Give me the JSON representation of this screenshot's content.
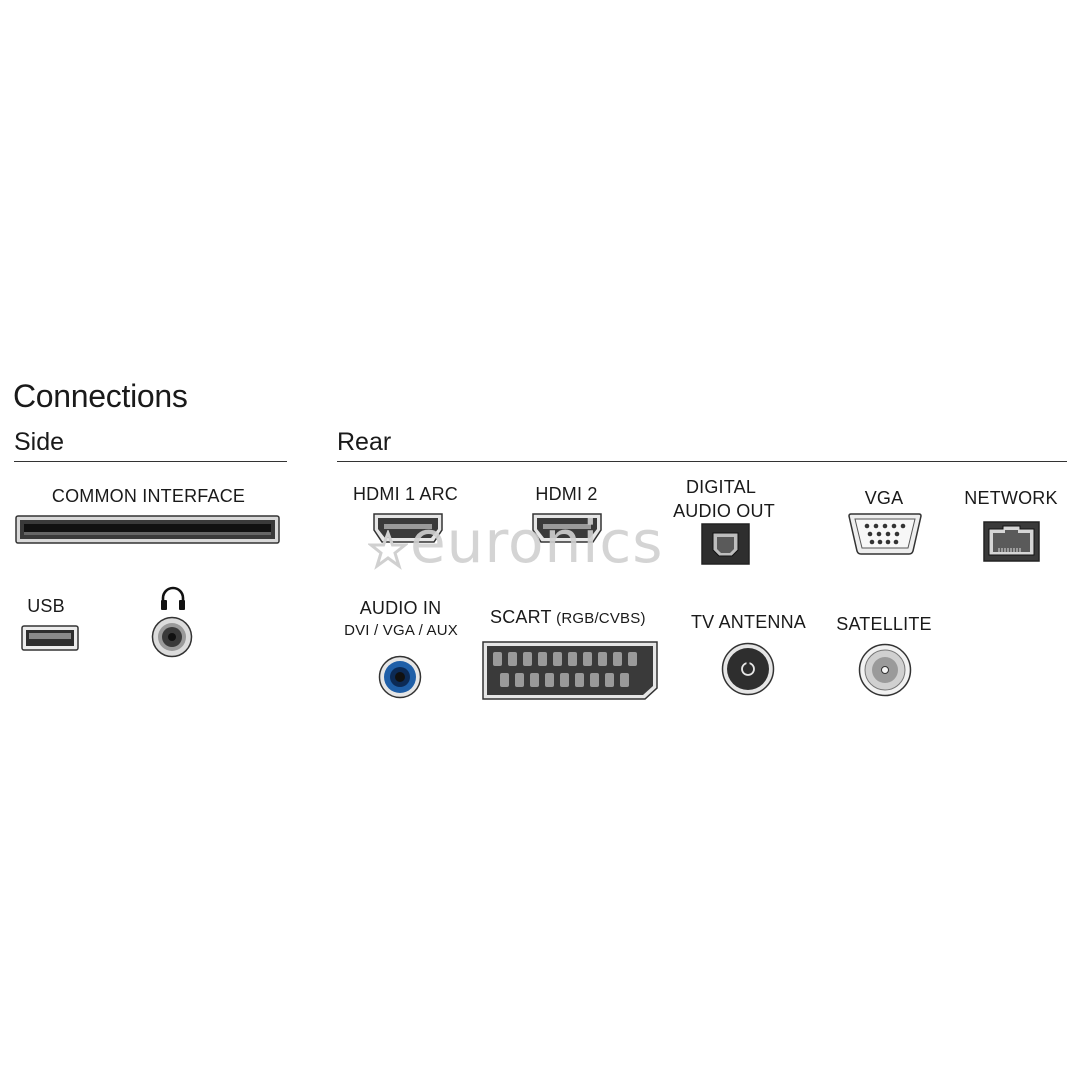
{
  "header": {
    "title": "Connections"
  },
  "side": {
    "heading": "Side",
    "ports": {
      "common_interface": "COMMON INTERFACE",
      "usb": "USB",
      "headphone": {
        "label": "",
        "icon": "headphones-icon"
      }
    }
  },
  "rear": {
    "heading": "Rear",
    "ports": {
      "hdmi1": "HDMI 1 ARC",
      "hdmi2": "HDMI 2",
      "digital_audio_line1": "DIGITAL",
      "digital_audio_line2": "AUDIO OUT",
      "vga": "VGA",
      "network": "NETWORK",
      "audio_in_line1": "AUDIO IN",
      "audio_in_line2": "DVI / VGA / AUX",
      "scart": "SCART",
      "scart_sub": "(RGB/CVBS)",
      "tv_antenna": "TV ANTENNA",
      "satellite": "SATELLITE"
    }
  },
  "watermark": {
    "text": "euronics"
  },
  "colors": {
    "port_dark": "#3a3a3a",
    "port_light": "#e6e6e6",
    "audio_blue": "#1f5fa8",
    "rule": "#333333"
  }
}
